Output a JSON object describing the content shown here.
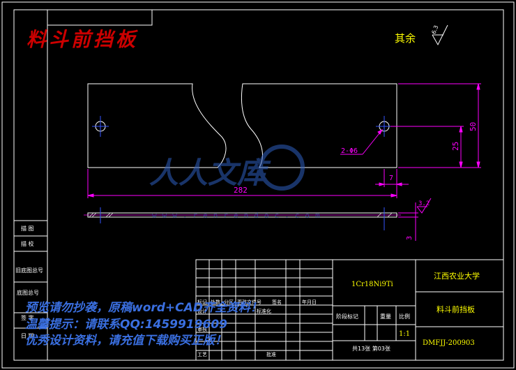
{
  "drawing": {
    "title": "料斗前挡板",
    "roughness_label": "其余",
    "roughness_value": "6.3",
    "roughness_value_small": "3.2",
    "dimensions": {
      "overall_length": "282",
      "height": "50",
      "hole_height": "25",
      "hole_offset": "7",
      "hole_callout": "2-Φ6",
      "thickness": "3"
    }
  },
  "side_table": {
    "rows": [
      "描 图",
      "描 校",
      "旧底图总号",
      "底图总号",
      "签 字",
      "日 期"
    ]
  },
  "title_block": {
    "header_labels": [
      "标记",
      "处数",
      "分区",
      "更改文件号",
      "签名",
      "年月日"
    ],
    "row_labels": [
      "设计",
      "标准化",
      "审核",
      "工艺",
      "批准"
    ],
    "material": "1Cr18Ni9Ti",
    "stage_label": "阶段标记",
    "weight_label": "重量",
    "scale_label": "比例",
    "scale_value": "1:1",
    "sheets": "共13张  第03张",
    "school": "江西农业大学",
    "part_name": "料斗前挡板",
    "drawing_no": "DMFJJ-200903"
  },
  "watermark": {
    "logo_text": "人人文库",
    "url": "www.renrendoc.com"
  },
  "notice": {
    "line1": "预览请勿抄袭，原稿word+CAD齐全资料！",
    "line2": "温馨提示：请联系QQ:1459919609",
    "line3": "优秀设计资料，请充值下载购买正版！"
  },
  "colors": {
    "frame": "#ffffff",
    "dimension": "#ff00ff",
    "centerline": "#0000ff",
    "title": "#cc0000",
    "text_yellow": "#ffff00",
    "notice_blue": "#3a6fe0"
  }
}
